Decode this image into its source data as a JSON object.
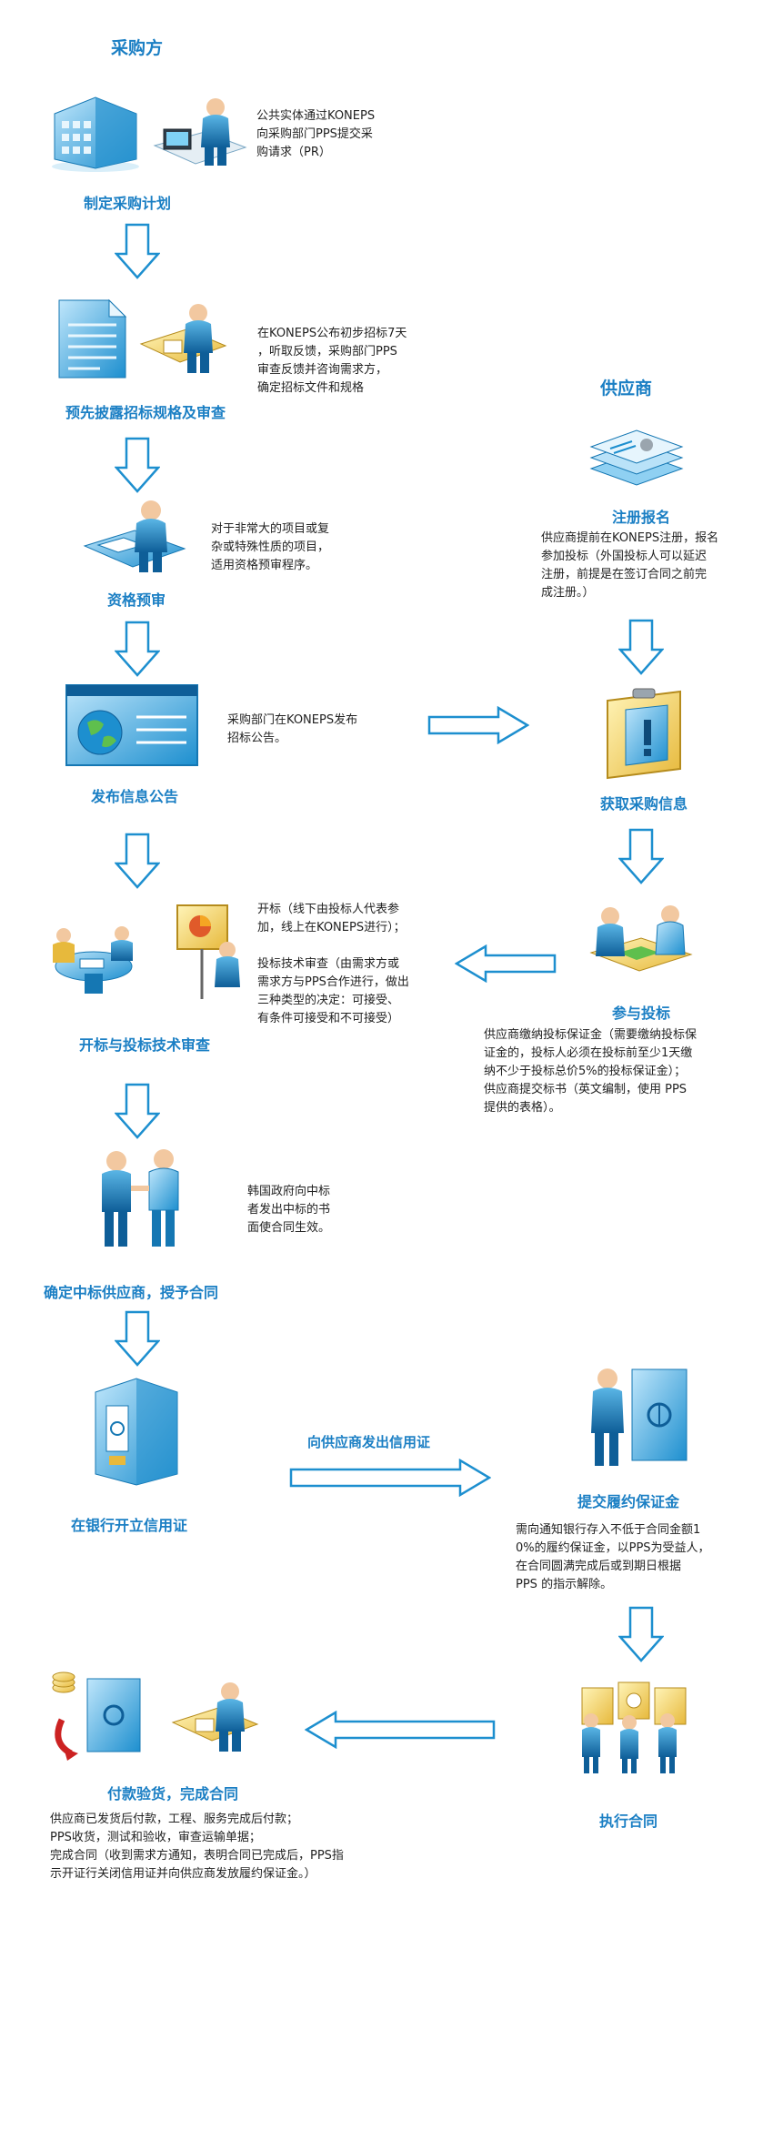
{
  "purchaser_header": "采购方",
  "supplier_header": "供应商",
  "steps": {
    "plan": {
      "label": "制定采购计划",
      "desc": "公共实体通过KONEPS\n向采购部门PPS提交采\n购请求（PR）"
    },
    "predisclose": {
      "label": "预先披露招标规格及审查",
      "desc": "在KONEPS公布初步招标7天\n，听取反馈，采购部门PPS\n审查反馈并咨询需求方，\n确定招标文件和规格"
    },
    "prequal": {
      "label": "资格预审",
      "desc": "对于非常大的项目或复\n杂或特殊性质的项目，\n适用资格预审程序。"
    },
    "publish": {
      "label": "发布信息公告",
      "desc": "采购部门在KONEPS发布\n招标公告。"
    },
    "opening": {
      "label": "开标与投标技术审查",
      "desc": "开标（线下由投标人代表参\n加，线上在KONEPS进行）；\n\n投标技术审查（由需求方或\n需求方与PPS合作进行，做出\n三种类型的决定：可接受、\n有条件可接受和不可接受）"
    },
    "award": {
      "label": "确定中标供应商，授予合同",
      "desc": "韩国政府向中标\n者发出中标的书\n面使合同生效。"
    },
    "lc": {
      "label": "在银行开立信用证"
    },
    "payment": {
      "label": "付款验货，完成合同",
      "desc": "供应商已发货后付款，工程、服务完成后付款；\nPPS收货，测试和验收，审查运输单据；\n完成合同（收到需求方通知，表明合同已完成后，PPS指\n示开证行关闭信用证并向供应商发放履约保证金。）"
    },
    "register": {
      "label": "注册报名",
      "desc": "供应商提前在KONEPS注册，报名\n参加投标（外国投标人可以延迟\n注册，前提是在签订合同之前完\n成注册。）"
    },
    "info": {
      "label": "获取采购信息"
    },
    "bid": {
      "label": "参与投标",
      "desc": "供应商缴纳投标保证金（需要缴纳投标保\n证金的，投标人必须在投标前至少1天缴\n纳不少于投标总价5%的投标保证金）；\n供应商提交标书（英文编制，使用 PPS\n提供的表格）。"
    },
    "bond": {
      "label": "提交履约保证金",
      "desc": "需向通知银行存入不低于合同金额1\n0%的履约保证金，以PPS为受益人，\n在合同圆满完成后或到期日根据\nPPS 的指示解除。"
    },
    "execute": {
      "label": "执行合同"
    }
  },
  "lc_arrow_label": "向供应商发出信用证",
  "colors": {
    "accent": "#1b7fc4",
    "arrow_stroke": "#1d8fcf",
    "arrow_fill": "#ffffff"
  }
}
